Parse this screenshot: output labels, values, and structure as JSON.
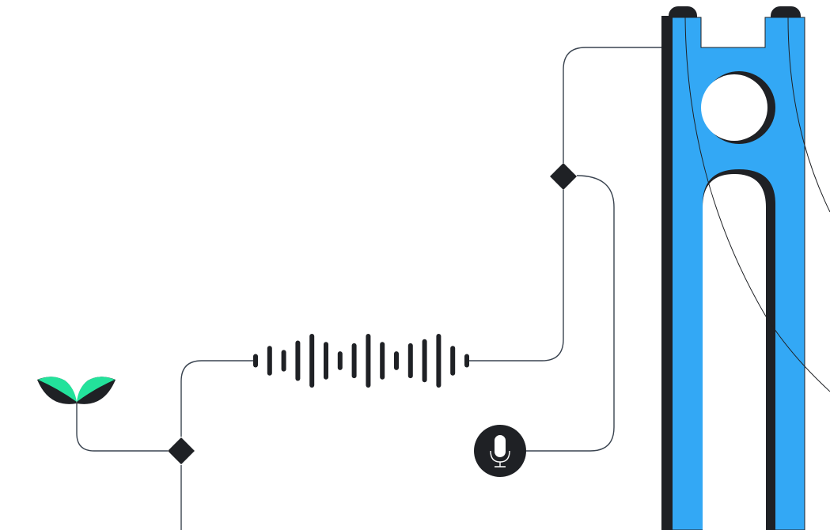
{
  "colors": {
    "background": "#ffffff",
    "line": "#3a4450",
    "dark": "#1f2125",
    "accent_blue": "#33a8f5",
    "sprout_green": "#23e29b",
    "mic_glyph": "#ffffff"
  },
  "icons": {
    "sprout": "sprout-icon",
    "microphone": "microphone-icon",
    "waveform": "audio-waveform-icon",
    "junction": "diamond-node-icon",
    "connector": "connector-plug-icon"
  },
  "waveform": {
    "bar_levels": [
      0.25,
      0.55,
      0.4,
      0.75,
      1.0,
      0.7,
      0.35,
      0.65,
      1.0,
      0.7,
      0.35,
      0.65,
      0.8,
      1.0,
      0.55,
      0.25
    ]
  }
}
